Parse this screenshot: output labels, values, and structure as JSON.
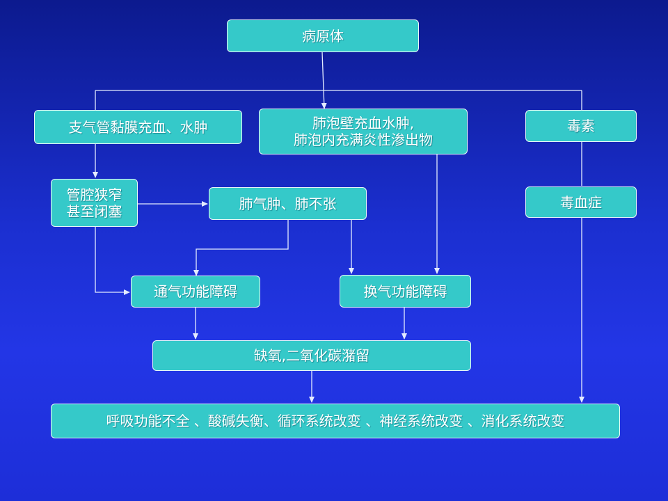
{
  "diagram": {
    "nodes": {
      "pathogen": "病原体",
      "bronchial": "支气管黏膜充血、水肿",
      "alveolar": "肺泡壁充血水肿,\n肺泡内充满炎性渗出物",
      "toxin": "毒素",
      "lumen": "管腔狭窄\n甚至闭塞",
      "emphysema": "肺气肿、肺不张",
      "toxemia": "毒血症",
      "ventilation": "通气功能障碍",
      "exchange": "换气功能障碍",
      "hypoxia": "缺氧,二氧化碳潴留",
      "outcome": "呼吸功能不全 、酸碱失衡、循环系统改变 、神经系统改变 、消化系统改变"
    },
    "colors": {
      "node_fill": "#35c9c9",
      "node_border": "#e8f8f8",
      "text": "#ffffff",
      "connector": "#e4ecff",
      "background_top": "#0c1a8e",
      "background_bottom": "#2336e6"
    }
  }
}
